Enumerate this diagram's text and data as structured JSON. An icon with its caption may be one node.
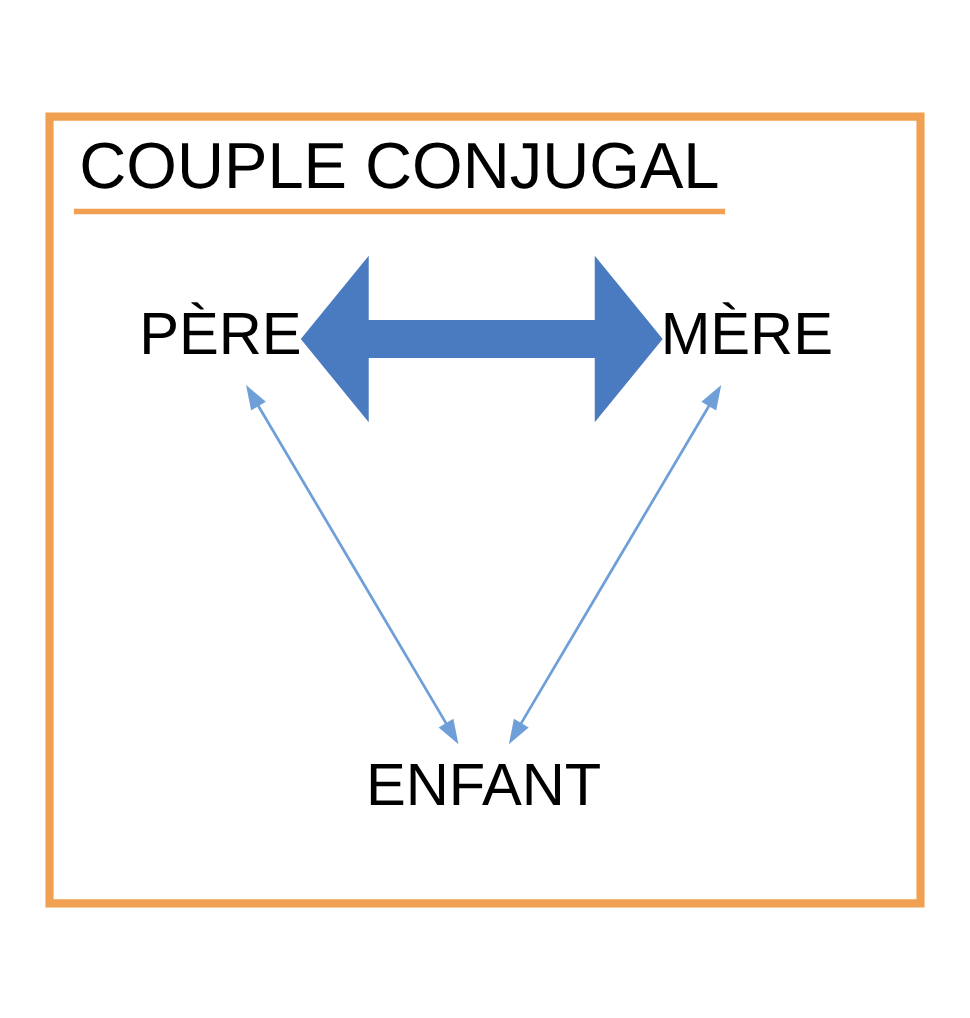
{
  "diagram": {
    "nodes": [
      {
        "text": [
          "COUPLE CONJUGAL"
        ]
      },
      {
        "text": [
          "MÈRE"
        ],
        "in": 0
      },
      {
        "text": [
          "PÈRE"
        ],
        "in": 0
      },
      {
        "text": [
          "ENFANT"
        ],
        "in": 0
      }
    ],
    "edges": [
      {
        "from": 1,
        "to": 2,
        "arrow": "both",
        "style": "thick",
        "color": "#4a7bc0"
      },
      {
        "from": 1,
        "to": 3,
        "arrow": "both"
      },
      {
        "from": 2,
        "to": 3,
        "arrow": "both"
      }
    ]
  }
}
